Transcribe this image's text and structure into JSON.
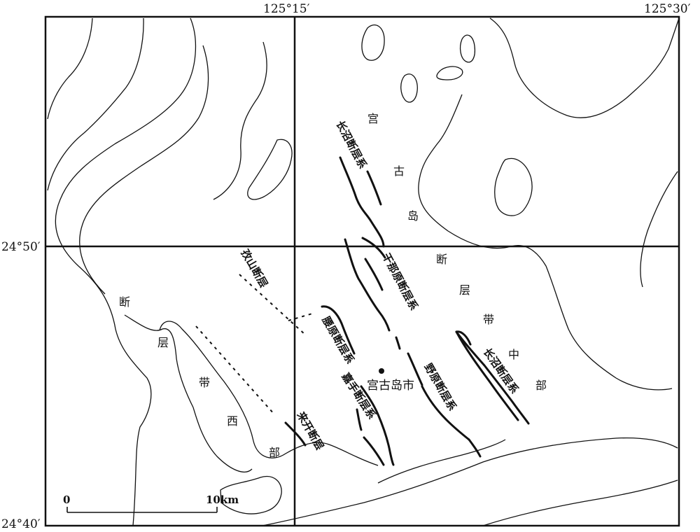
{
  "coordinates": {
    "top_lon_1": "125°15′",
    "top_lon_2": "125°30′",
    "left_lat_1": "24°50′",
    "left_lat_2": "24°40′"
  },
  "faults": {
    "changzhao_north": "长沼断层系",
    "ganna": "干那原断层系",
    "fushan": "孜山断层",
    "fuyuan": "腰原断层系",
    "jiashou": "嘉手断层系",
    "yeyuan": "野原断层系",
    "changzhao_south": "长沼断层系",
    "laikai": "来开断层"
  },
  "regions": {
    "central_belt": [
      "宫",
      "古",
      "岛",
      "断",
      "层",
      "带",
      "中",
      "部"
    ],
    "western_belt": [
      "断",
      "层",
      "带",
      "西",
      "部"
    ]
  },
  "city": {
    "name": "宫古岛市"
  },
  "scale_bar": {
    "start_label": "0",
    "end_label": "10km"
  },
  "colors": {
    "ink": "#111111",
    "background": "#ffffff"
  }
}
